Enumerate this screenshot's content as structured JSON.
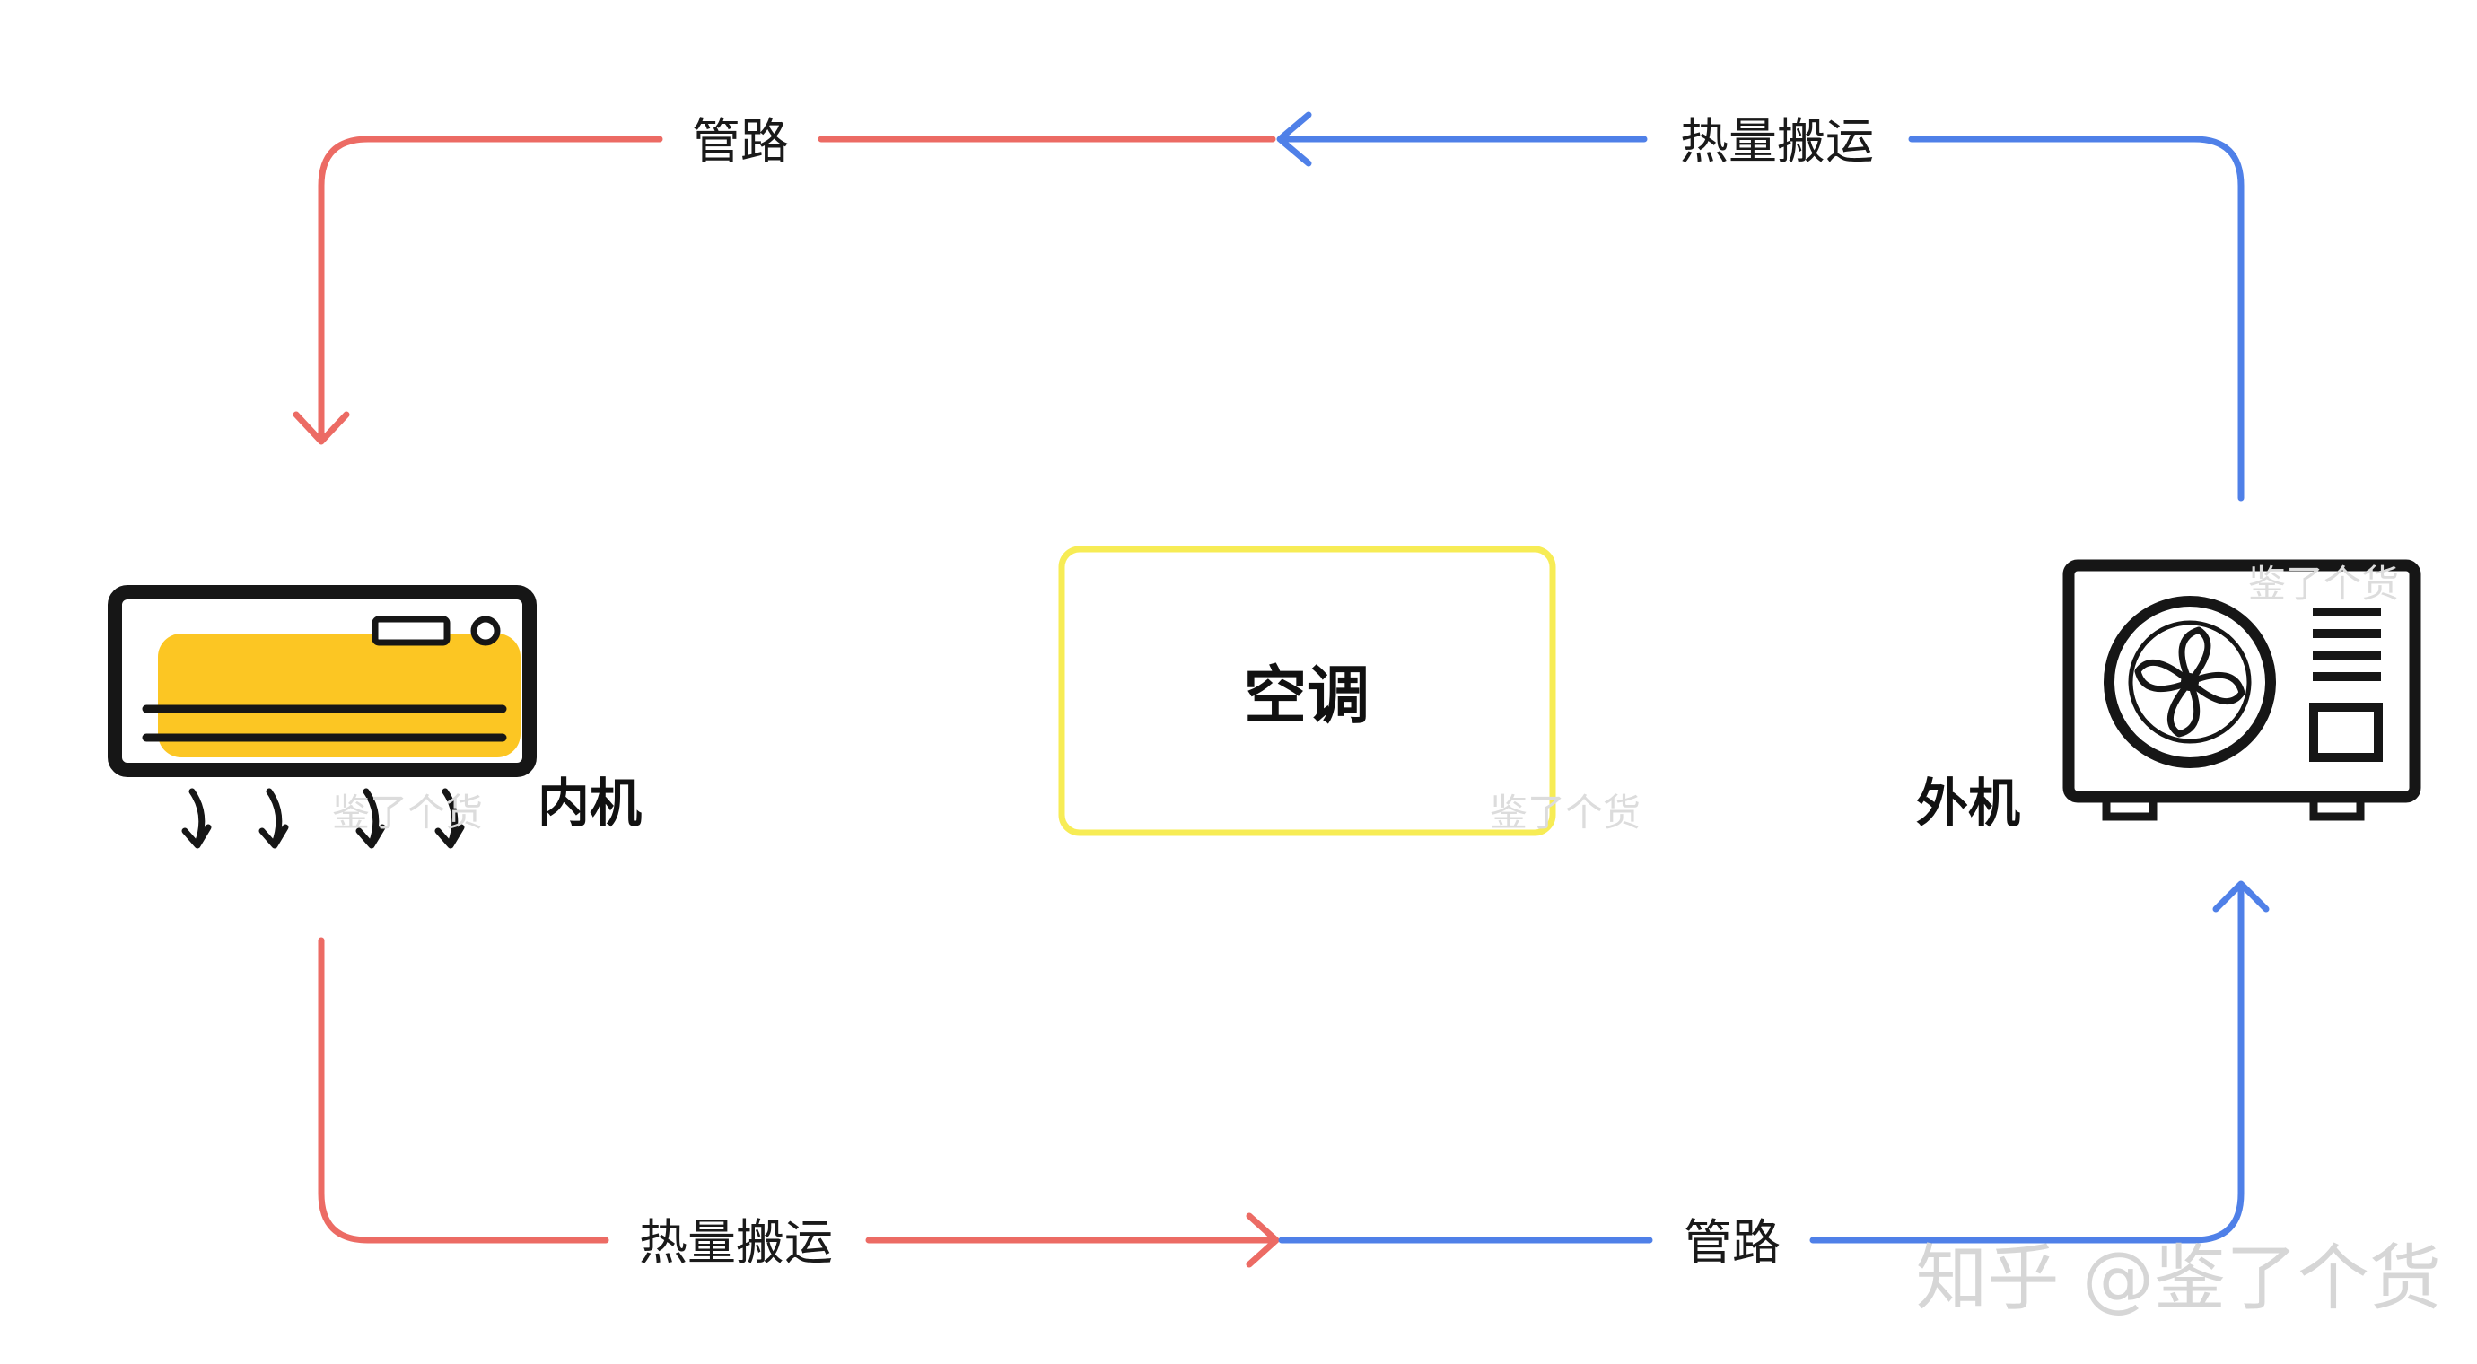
{
  "center": {
    "label": "空调",
    "border_color": "#f7ec55"
  },
  "indoor_unit": {
    "label": "内机",
    "accent_color": "#fcc623",
    "icon": "indoor-ac-unit-icon"
  },
  "outdoor_unit": {
    "label": "外机",
    "icon": "outdoor-ac-unit-icon"
  },
  "top_route": {
    "left_label": "管路",
    "right_label": "热量搬运"
  },
  "bottom_route": {
    "left_label": "热量搬运",
    "right_label": "管路"
  },
  "colors": {
    "hot_path": "#ec6b64",
    "cold_path": "#4f80e8"
  },
  "watermark": "知乎 @鉴了个货",
  "stamp_text": "鉴了个货"
}
